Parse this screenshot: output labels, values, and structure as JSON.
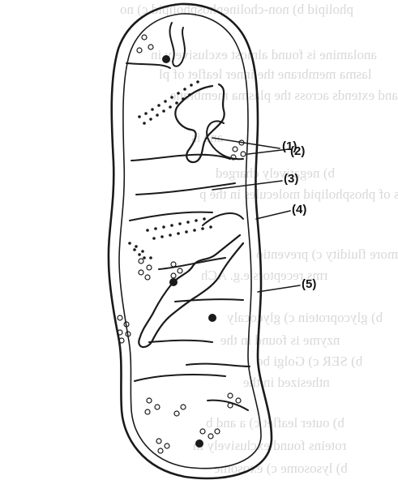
{
  "labels": [
    "(1)",
    "(2)",
    "(3)",
    "(4)",
    "(5)"
  ],
  "bleed_through": [
    "pholipid  b) non-cholinephospholipid  c) no",
    "anolamine is found almost exclusively in",
    "lasma membrane   the inner leaflet of pl",
    "and extends across the plasma membrane",
    "ane is",
    "b) negatively charged",
    "tails of phospholipid molecules in the p",
    "b) more fluidity   c) preventio",
    "rms receptors e.g. ACh",
    "b) glycoprotein   c) glycocaly",
    "nzyme is found in the",
    "b) SER   c) Golgi bo",
    "nthesized in the",
    "b) outer leaflet   c) a and b",
    "roteins found exclusively in",
    "b) lysosome   c) exosome"
  ],
  "colors": {
    "line": "#1a1a1a",
    "background": "#ffffff",
    "bleed": "#b9b9b9"
  }
}
